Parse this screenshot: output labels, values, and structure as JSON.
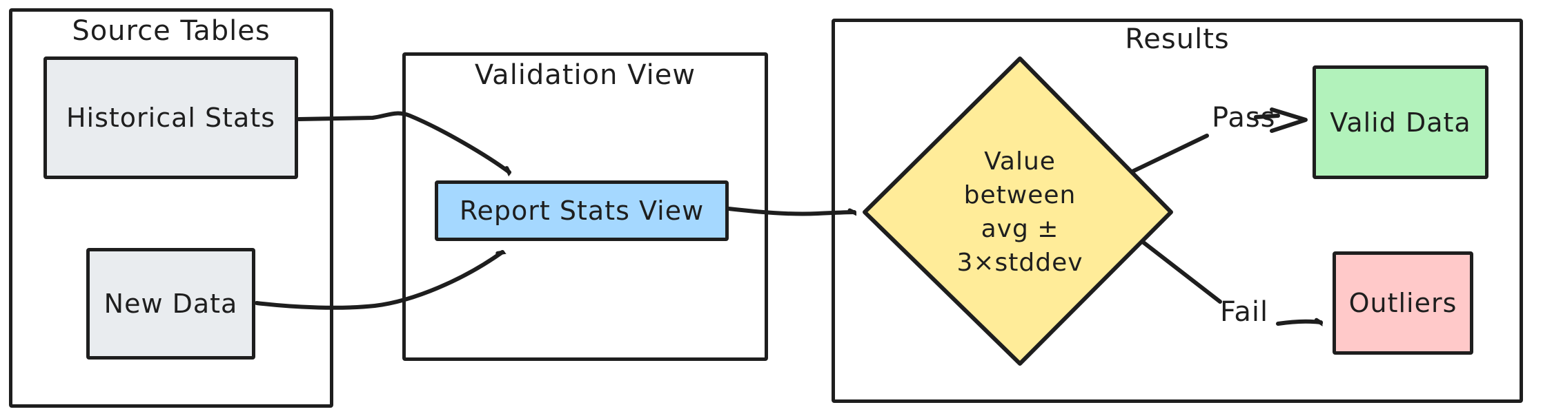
{
  "diagram": {
    "background": "#ffffff",
    "stroke_color": "#1e1e1e",
    "containers": {
      "source_tables": {
        "title": "Source Tables"
      },
      "validation_view": {
        "title": "Validation View"
      },
      "results": {
        "title": "Results"
      }
    },
    "nodes": {
      "historical_stats": {
        "label": "Historical Stats",
        "fill": "#e9ecef"
      },
      "new_data": {
        "label": "New Data",
        "fill": "#e9ecef"
      },
      "report_stats_view": {
        "label": "Report Stats View",
        "fill": "#a5d8ff"
      },
      "decision": {
        "label": "Value\nbetween\navg ±\n3×stddev",
        "fill": "#ffec99"
      },
      "valid_data": {
        "label": "Valid Data",
        "fill": "#b2f2bb"
      },
      "outliers": {
        "label": "Outliers",
        "fill": "#ffc9c9"
      }
    },
    "edges": {
      "pass_label": "Pass",
      "fail_label": "Fail"
    }
  }
}
